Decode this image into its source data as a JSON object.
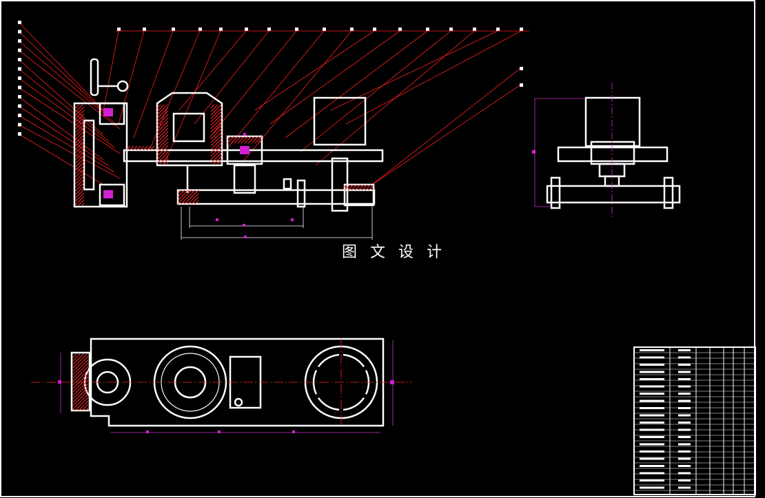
{
  "watermark": {
    "text": "图 文 设 计"
  },
  "colors": {
    "background": "#000000",
    "outline": "#ffffff",
    "leader": "#ff2020",
    "dimension": "#cc33cc",
    "hatch": "#ff2b2b"
  },
  "drawing": {
    "views": [
      "front-section-view",
      "side-view",
      "top-view"
    ],
    "icons": [
      "title-block-table-icon"
    ]
  }
}
